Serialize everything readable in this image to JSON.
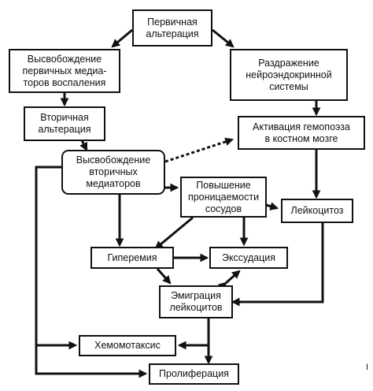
{
  "nodes": {
    "primary_alteration": "Первичная\nальтерация",
    "primary_mediators": "Высвобождение\nпервичных медиа-\nторов воспаления",
    "neuroendocrine": "Раздражение\nнейроэндокринной\nсистемы",
    "secondary_alteration": "Вторичная\nальтерация",
    "hemopoiesis": "Активация гемопоэза\nв костном мозге",
    "secondary_mediators": "Высвобождение\nвторичных\nмедиаторов",
    "permeability": "Повышение\nпроницаемости\nсосудов",
    "leukocytosis": "Лейкоцитоз",
    "hyperemia": "Гиперемия",
    "exudation": "Экссудация",
    "emigration": "Эмиграция\nлейкоцитов",
    "chemotaxis": "Хемомотаксис",
    "proliferation": "Пролиферация"
  },
  "stray_mark": "I"
}
